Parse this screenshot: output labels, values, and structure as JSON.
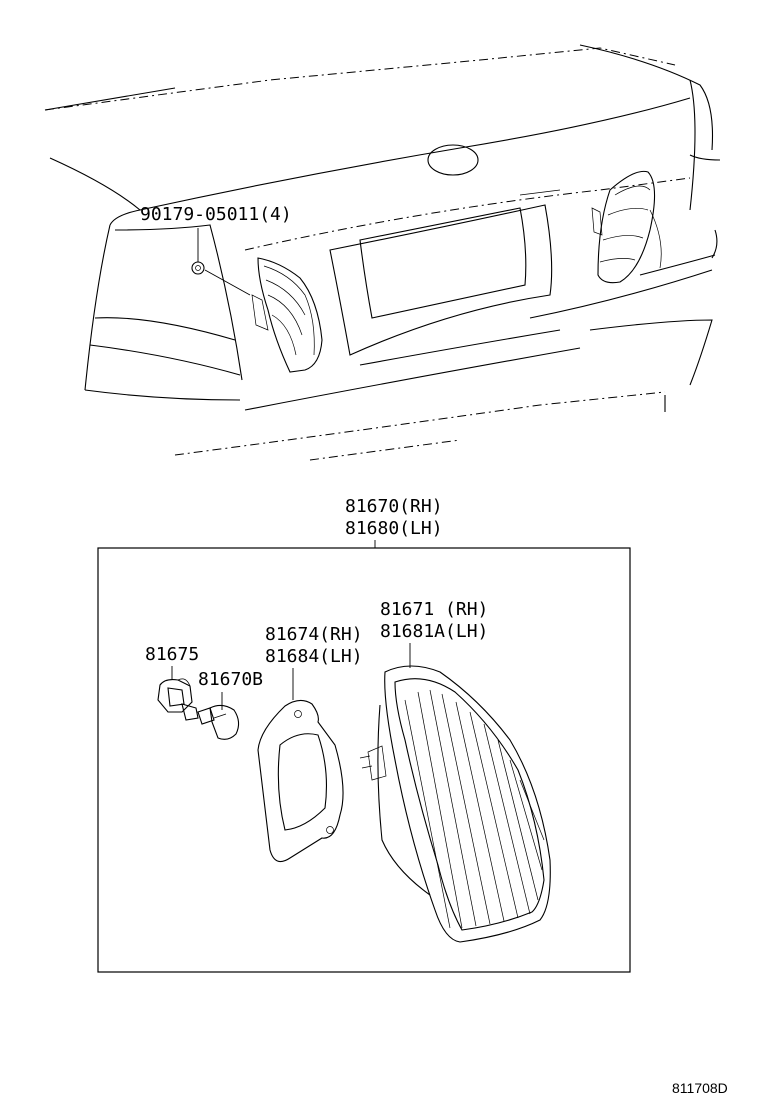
{
  "labels": {
    "clip": "90179-05011(4)",
    "assy_rh": "81670(RH)",
    "assy_lh": "81680(LH)",
    "lens_rh": "81671 (RH)",
    "lens_lh": "81681A(LH)",
    "gasket_rh": "81674(RH)",
    "gasket_lh": "81684(LH)",
    "socket": "81675",
    "bulb": "81670B"
  },
  "diagram_code": "811708D"
}
